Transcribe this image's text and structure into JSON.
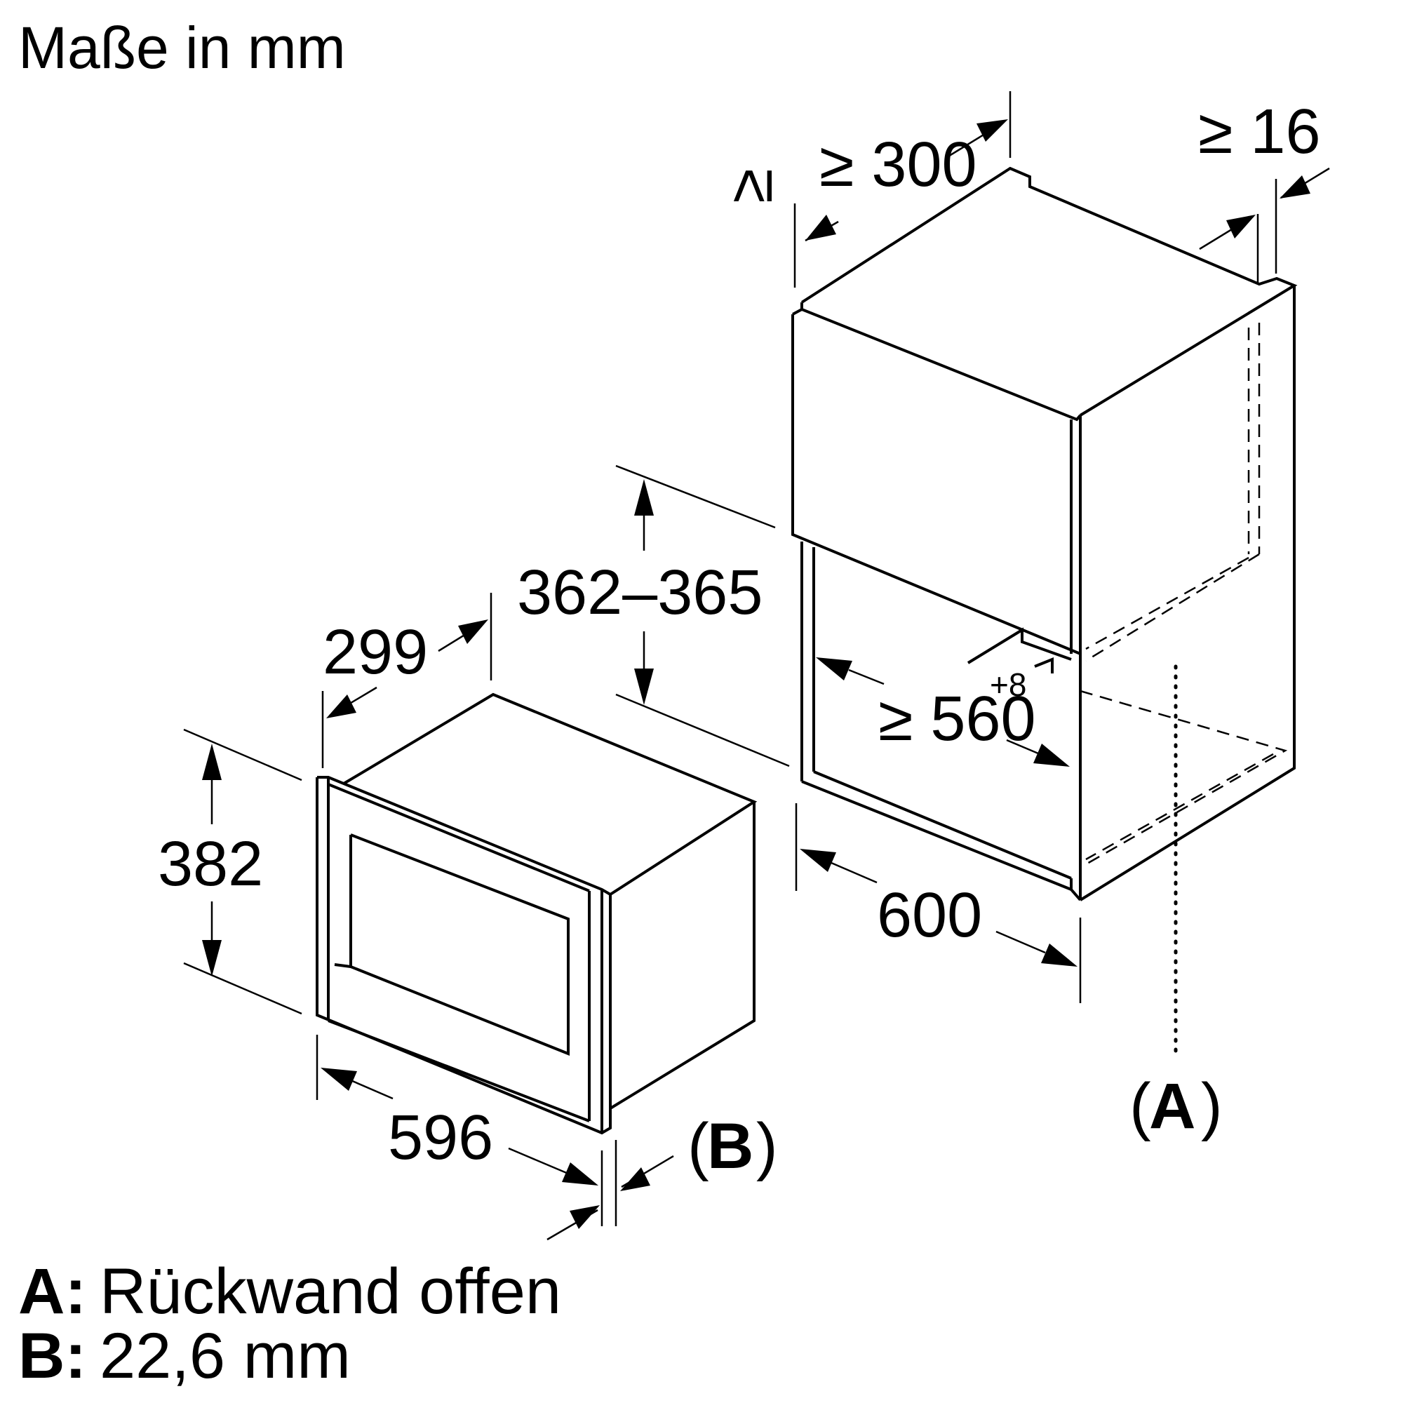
{
  "title": "Maße in mm",
  "dimensions": {
    "cabinet_depth": "≥ 300",
    "cabinet_gap": "≥ 16",
    "niche_height": "362–365",
    "niche_width_main": "≥ 560",
    "niche_width_sup": "+8",
    "cabinet_width": "600",
    "appliance_depth": "299",
    "appliance_height": "382",
    "appliance_width": "596"
  },
  "references": {
    "a": "A",
    "b": "B"
  },
  "legend": [
    {
      "key": "A:",
      "text": "Rückwand offen"
    },
    {
      "key": "B:",
      "text": "22,6 mm"
    }
  ]
}
